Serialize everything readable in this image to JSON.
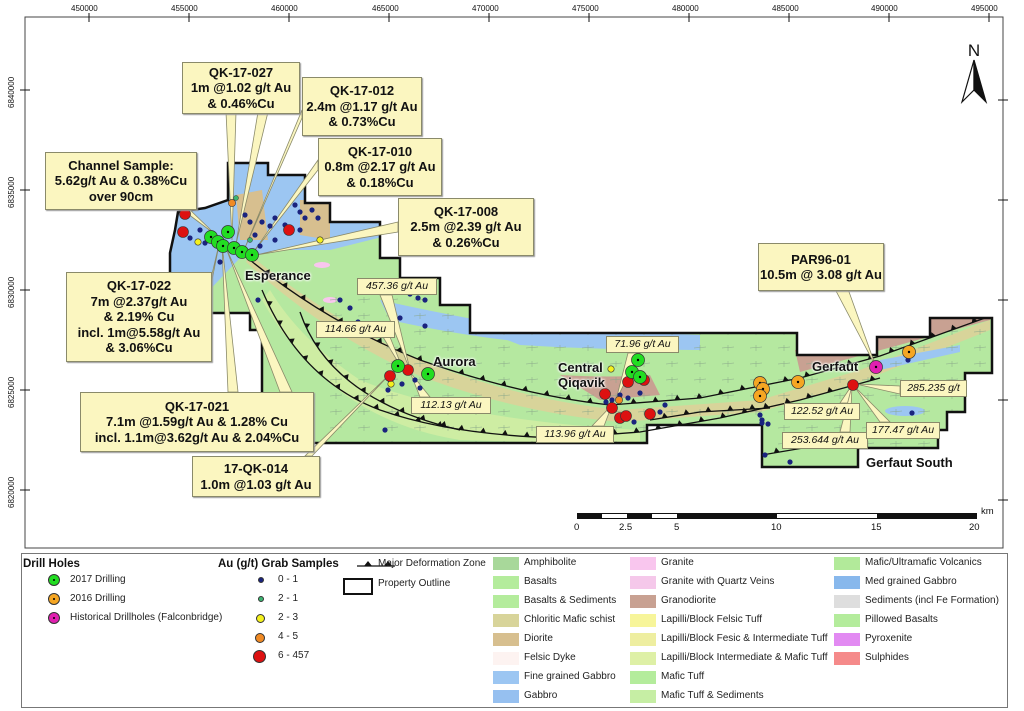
{
  "axes": {
    "eastings": [
      "450000",
      "455000",
      "460000",
      "465000",
      "470000",
      "475000",
      "480000",
      "485000",
      "490000",
      "495000"
    ],
    "northings": [
      "6840000",
      "6835000",
      "6830000",
      "6825000",
      "6820000"
    ]
  },
  "north_arrow": {
    "label": "N"
  },
  "places": {
    "esperance": "Esperance",
    "aurora": "Aurora",
    "central_qiqavik_1": "Central",
    "central_qiqavik_2": "Qiqavik",
    "gerfaut": "Gerfaut",
    "gerfaut_south": "Gerfaut South"
  },
  "callouts": {
    "qk17027": [
      "QK-17-027",
      "1m @1.02 g/t Au",
      "& 0.46%Cu"
    ],
    "qk17012": [
      "QK-17-012",
      "2.4m @1.17 g/t Au",
      "& 0.73%Cu"
    ],
    "qk17010": [
      "QK-17-010",
      "0.8m @2.17 g/t Au",
      "& 0.18%Cu"
    ],
    "channel": [
      "Channel Sample:",
      "5.62g/t Au & 0.38%Cu",
      "over 90cm"
    ],
    "qk17008": [
      "QK-17-008",
      "2.5m @2.39 g/t Au",
      "& 0.26%Cu"
    ],
    "qk17022": [
      "QK-17-022",
      "7m @2.37g/t Au",
      "& 2.19% Cu",
      "incl. 1m@5.58g/t Au",
      "& 3.06%Cu"
    ],
    "qk17021": [
      "QK-17-021",
      "7.1m @1.59g/t Au & 1.28% Cu",
      "incl. 1.1m@3.62g/t Au &  2.04%Cu"
    ],
    "qk17014": [
      "17-QK-014",
      "1.0m @1.03 g/t Au"
    ],
    "par9601": [
      "PAR96-01",
      "10.5m @ 3.08 g/t Au"
    ]
  },
  "grab_tags": {
    "t457": "457.36 g/t Au",
    "t114": "114.66 g/t Au",
    "t112": "112.13 g/t Au",
    "t113": "113.96 g/t Au",
    "t71": "71.96 g/t Au",
    "t122": "122.52 g/t Au",
    "t253": "253.644 g/t Au",
    "t177": "177.47 g/t Au",
    "t285": "285.235 g/t"
  },
  "scale_bar": {
    "ticks": [
      "0",
      "2.5",
      "5",
      "10",
      "15",
      "20"
    ],
    "unit": "km"
  },
  "legend": {
    "drill_holes": {
      "title": "Drill Holes",
      "items": [
        {
          "label": "2017 Drilling",
          "color": "#22dd22"
        },
        {
          "label": "2016 Drilling",
          "color": "#f5a623"
        },
        {
          "label": "Historical Drillholes (Falconbridge)",
          "color": "#e020b0"
        }
      ]
    },
    "grab_samples": {
      "title": "Au (g/t) Grab Samples",
      "items": [
        {
          "label": "0 - 1",
          "color": "#1a237e"
        },
        {
          "label": "2 - 1",
          "color": "#3cb371"
        },
        {
          "label": "2 - 3",
          "color": "#f4f11e"
        },
        {
          "label": "4 - 5",
          "color": "#f08a24"
        },
        {
          "label": "6 - 457",
          "color": "#dd1111"
        }
      ]
    },
    "lines": {
      "deformation": "Major Deformation Zone",
      "property": "Property Outline"
    },
    "lithology": [
      {
        "label": "Amphibolite",
        "color": "#a8d89a"
      },
      {
        "label": "Basalts",
        "color": "#b4ec9c"
      },
      {
        "label": "Basalts & Sediments",
        "color": "#b4ec9c"
      },
      {
        "label": "Chloritic Mafic schist",
        "color": "#d8d49a"
      },
      {
        "label": "Diorite",
        "color": "#d7bf8f"
      },
      {
        "label": "Felsic Dyke",
        "color": "#fdf3f1"
      },
      {
        "label": "Fine grained Gabbro",
        "color": "#9cc6f2"
      },
      {
        "label": "Gabbro",
        "color": "#96c0f0"
      },
      {
        "label": "Granite",
        "color": "#f9c6ee"
      },
      {
        "label": "Granite with Quartz Veins",
        "color": "#f5c8ea"
      },
      {
        "label": "Granodiorite",
        "color": "#c8a192"
      },
      {
        "label": "Lapilli/Block Felsic Tuff",
        "color": "#f7f59a"
      },
      {
        "label": "Lapilli/Block Fesic & Intermediate Tuff",
        "color": "#eeeea0"
      },
      {
        "label": "Lapilli/Block Intermediate & Mafic Tuff",
        "color": "#def0a6"
      },
      {
        "label": "Mafic Tuff",
        "color": "#b4ec9c"
      },
      {
        "label": "Mafic Tuff & Sediments",
        "color": "#c6eea4"
      },
      {
        "label": "Mafic/Ultramafic Volcanics",
        "color": "#b2ea9a"
      },
      {
        "label": "Med grained Gabbro",
        "color": "#88b8ec"
      },
      {
        "label": "Sediments (incl Fe Formation)",
        "color": "#dedede"
      },
      {
        "label": "Pillowed Basalts",
        "color": "#b4ec9c"
      },
      {
        "label": "Pyroxenite",
        "color": "#e28af2"
      },
      {
        "label": "Sulphides",
        "color": "#f58a8a"
      }
    ]
  }
}
